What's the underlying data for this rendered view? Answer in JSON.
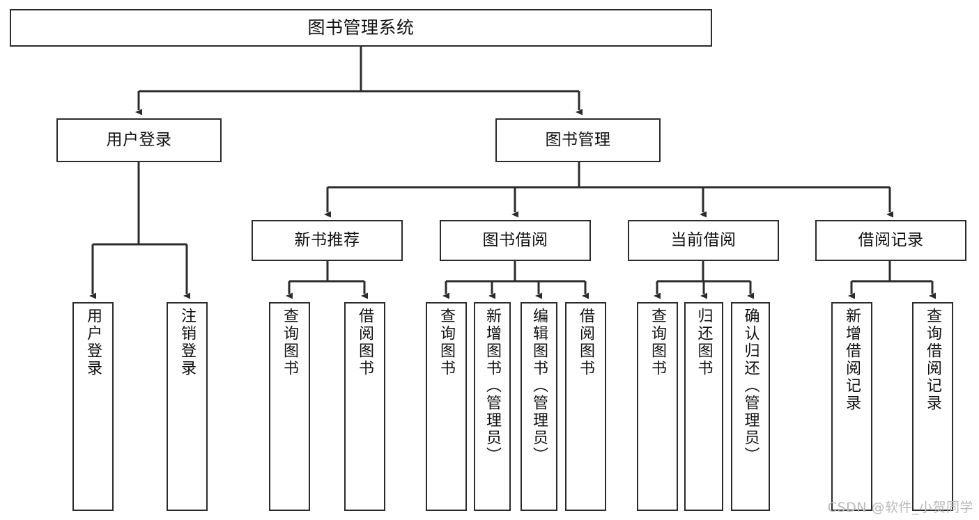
{
  "diagram": {
    "title": "图书管理系统",
    "type": "hierarchy-tree",
    "orientation": "top-down",
    "colors": {
      "box_border": "#2b2b2b",
      "box_fill": "#ffffff",
      "connector": "#2b2b2b",
      "text": "#111111",
      "watermark": "#b9b9b9",
      "background": "#ffffff"
    },
    "root": {
      "label": "图书管理系统"
    },
    "level2": [
      {
        "label": "用户登录"
      },
      {
        "label": "图书管理"
      }
    ],
    "level3": [
      {
        "label": "新书推荐"
      },
      {
        "label": "图书借阅"
      },
      {
        "label": "当前借阅"
      },
      {
        "label": "借阅记录"
      }
    ],
    "leaves": {
      "user_login": [
        {
          "label": "用户登录"
        },
        {
          "label": "注销登录"
        }
      ],
      "new_book_recommend": [
        {
          "label": "查询图书"
        },
        {
          "label": "借阅图书"
        }
      ],
      "book_borrow": [
        {
          "label": "查询图书"
        },
        {
          "label": "新增图书（管理员）"
        },
        {
          "label": "编辑图书（管理员）"
        },
        {
          "label": "借阅图书"
        }
      ],
      "current_borrow": [
        {
          "label": "查询图书"
        },
        {
          "label": "归还图书"
        },
        {
          "label": "确认归还（管理员）"
        }
      ],
      "borrow_record": [
        {
          "label": "新增借阅记录"
        },
        {
          "label": "查询借阅记录"
        }
      ]
    }
  },
  "watermark": {
    "text": "CSDN @软件_小贺同学"
  }
}
